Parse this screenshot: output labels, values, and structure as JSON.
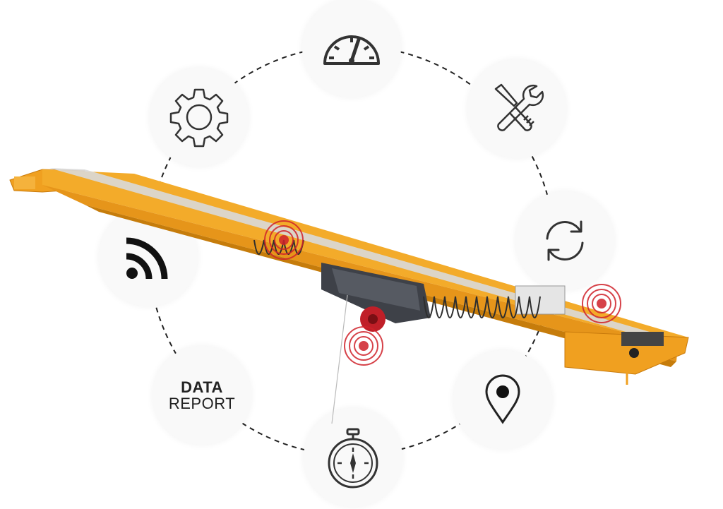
{
  "colors": {
    "beam": "#f0a020",
    "beam_shadow": "#d98910",
    "signal": "#d0222a",
    "icon": "#333333",
    "ring": "#222222"
  },
  "nodes": [
    {
      "id": "speedometer",
      "icon": "speedometer-icon"
    },
    {
      "id": "tools",
      "icon": "wrench-screwdriver-icon"
    },
    {
      "id": "sync",
      "icon": "sync-icon"
    },
    {
      "id": "location",
      "icon": "location-pin-icon"
    },
    {
      "id": "stopwatch",
      "icon": "stopwatch-icon"
    },
    {
      "id": "data-report",
      "icon": "",
      "label_line1": "DATA",
      "label_line2": "REPORT"
    },
    {
      "id": "wireless",
      "icon": "wireless-signal-icon"
    },
    {
      "id": "settings",
      "icon": "gear-icon"
    }
  ]
}
